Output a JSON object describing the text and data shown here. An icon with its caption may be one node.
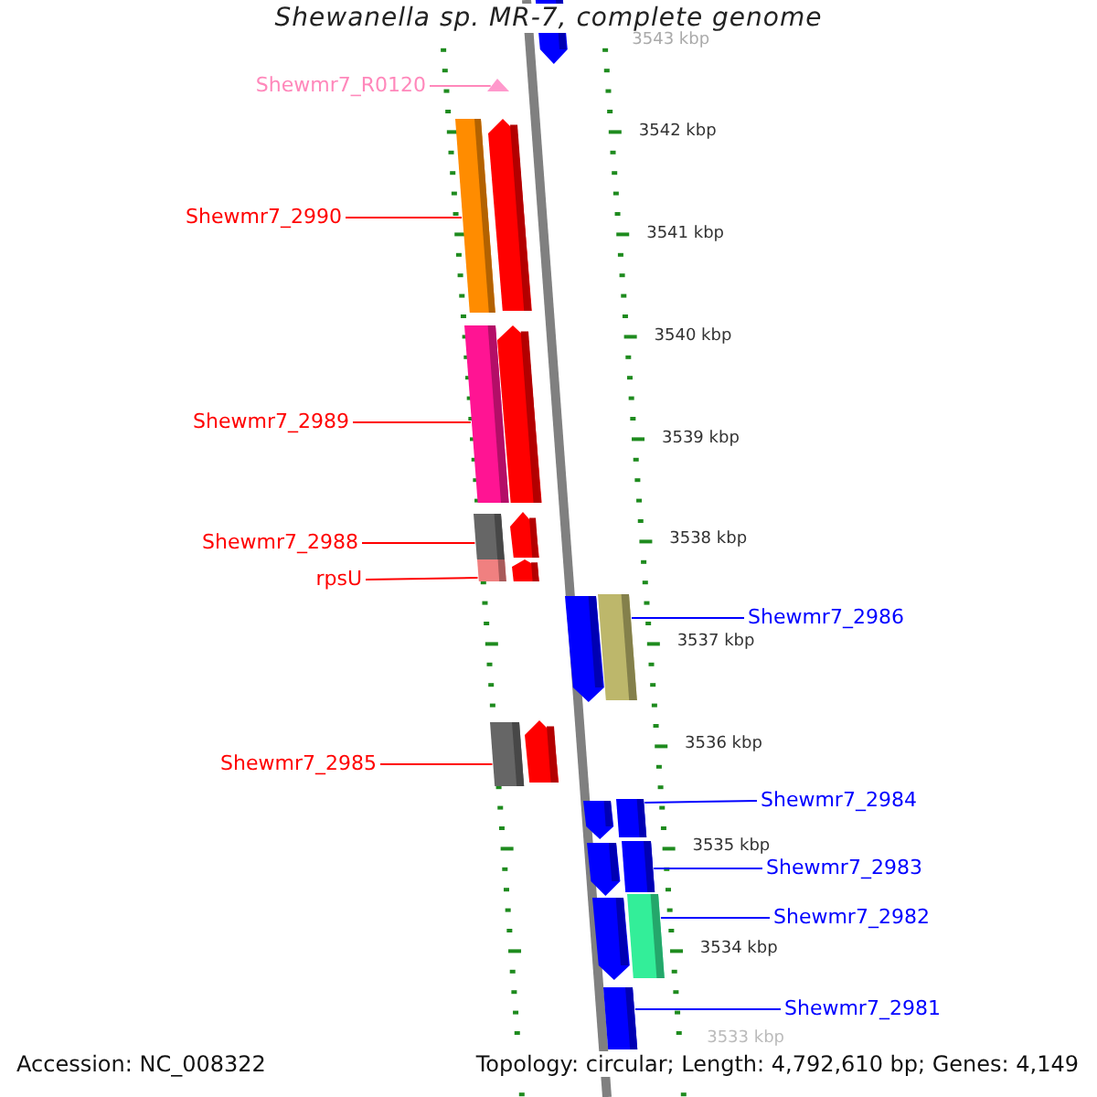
{
  "diagram": {
    "title": "Shewanella sp. MR-7, complete genome",
    "nodes": [
      {
        "text": [
          "Shewmr7_R0120"
        ]
      },
      {
        "text": [],
        "shape": "triangle"
      },
      {
        "text": [
          "Shewmr7_2990"
        ]
      },
      {
        "text": [],
        "shape": "bar"
      },
      {
        "text": [
          "Shewmr7_2989"
        ]
      },
      {
        "text": [],
        "shape": "bar"
      },
      {
        "text": [
          "Shewmr7_2988"
        ]
      },
      {
        "text": [],
        "shape": "bar"
      },
      {
        "text": [
          "rpsU"
        ]
      },
      {
        "text": [],
        "shape": "bar"
      },
      {
        "text": [
          "Shewmr7_2986"
        ]
      },
      {
        "text": [],
        "shape": "bar"
      },
      {
        "text": [
          "Shewmr7_2985"
        ]
      },
      {
        "text": [],
        "shape": "bar"
      },
      {
        "text": [
          "Shewmr7_2984"
        ]
      },
      {
        "text": [],
        "shape": "bar"
      },
      {
        "text": [
          "Shewmr7_2983"
        ]
      },
      {
        "text": [],
        "shape": "bar"
      },
      {
        "text": [
          "Shewmr7_2982"
        ]
      },
      {
        "text": [],
        "shape": "bar"
      },
      {
        "text": [
          "Shewmr7_2981"
        ]
      },
      {
        "text": [],
        "shape": "bar"
      },
      {
        "text": [],
        "shape": "pentagon"
      },
      {
        "text": [],
        "shape": "pentagon"
      },
      {
        "text": [],
        "shape": "pentagon"
      },
      {
        "text": [],
        "shape": "pentagon"
      },
      {
        "text": [],
        "shape": "pentagon"
      },
      {
        "text": [],
        "shape": "pentagon"
      },
      {
        "text": [],
        "shape": "pentagon"
      },
      {
        "text": [],
        "shape": "pentagon"
      },
      {
        "text": [],
        "shape": "pentagon"
      },
      {
        "text": [],
        "shape": "pentagon"
      }
    ],
    "edges": [
      {
        "from": 0,
        "to": 1,
        "arrow": "none",
        "color": "#ff88bb"
      },
      {
        "from": 2,
        "to": 3,
        "arrow": "none",
        "color": "#ff0000"
      },
      {
        "from": 4,
        "to": 5,
        "arrow": "none",
        "color": "#ff0000"
      },
      {
        "from": 6,
        "to": 7,
        "arrow": "none",
        "color": "#ff0000"
      },
      {
        "from": 8,
        "to": 9,
        "arrow": "none",
        "color": "#ff0000"
      },
      {
        "from": 10,
        "to": 11,
        "arrow": "none",
        "color": "#0000ff"
      },
      {
        "from": 12,
        "to": 13,
        "arrow": "none",
        "color": "#ff0000"
      },
      {
        "from": 14,
        "to": 15,
        "arrow": "none",
        "color": "#0000ff"
      },
      {
        "from": 16,
        "to": 17,
        "arrow": "none",
        "color": "#0000ff"
      },
      {
        "from": 18,
        "to": 19,
        "arrow": "none",
        "color": "#0000ff"
      },
      {
        "from": 20,
        "to": 21,
        "arrow": "none",
        "color": "#0000ff"
      }
    ],
    "labels": [
      "3543 kbp",
      "3542 kbp",
      "3541 kbp",
      "3540 kbp",
      "3539 kbp",
      "3538 kbp",
      "3537 kbp",
      "3536 kbp",
      "3535 kbp",
      "3534 kbp",
      "3533 kbp",
      "Accession: NC_008322",
      "Topology: circular; Length: 4,792,610 bp; Genes: 4,149"
    ]
  }
}
